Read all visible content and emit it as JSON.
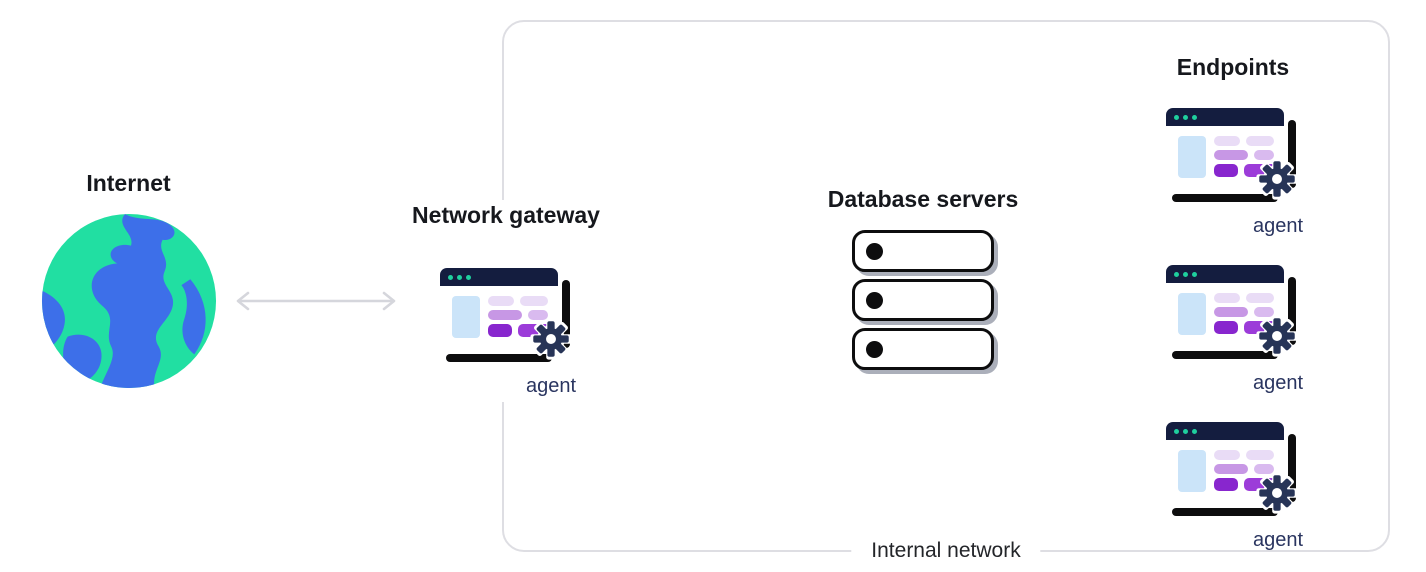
{
  "diagram": {
    "internet": {
      "title": "Internet"
    },
    "network_gateway": {
      "title": "Network gateway",
      "agent_label": "agent"
    },
    "database_servers": {
      "title": "Database servers",
      "server_count": 3
    },
    "endpoints": {
      "title": "Endpoints",
      "items": [
        {
          "label": "agent"
        },
        {
          "label": "agent"
        },
        {
          "label": "agent"
        }
      ]
    },
    "internal_network": {
      "label": "Internal network"
    }
  },
  "colors": {
    "globe_green": "#21DFA2",
    "globe_blue": "#3D6FE9",
    "titlebar_navy": "#141D3F",
    "gear_navy": "#273457",
    "teal_dot": "#1FCF9E",
    "purple_dark": "#8826CE",
    "purple_dark2": "#9C3CD9",
    "purple_medium": "#C797E5",
    "purple_light": "#E9DCF6",
    "pane_blue": "#CBE4F9",
    "arrow_gray": "#D5D6DC",
    "box_border_gray": "#DEDEE3"
  }
}
